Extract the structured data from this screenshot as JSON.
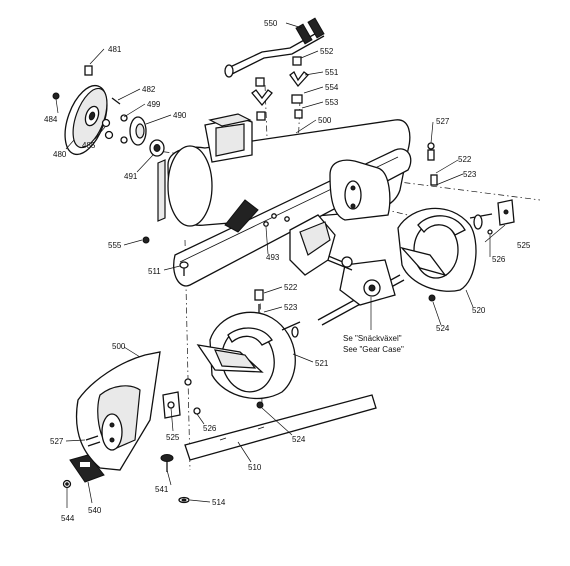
{
  "labels": {
    "l550": "550",
    "l481": "481",
    "l552": "552",
    "l551": "551",
    "l554": "554",
    "l553": "553",
    "l482": "482",
    "l499": "499",
    "l490": "490",
    "l484": "484",
    "l485": "485",
    "l480": "480",
    "l491": "491",
    "l500a": "500",
    "l527a": "527",
    "l522a": "522",
    "l523a": "523",
    "l525a": "525",
    "l526a": "526",
    "l520": "520",
    "l524a": "524",
    "l555": "555",
    "l493": "493",
    "l511": "511",
    "l522b": "522",
    "l523b": "523",
    "l500b": "500",
    "l521": "521",
    "l527b": "527",
    "l525b": "525",
    "l526b": "526",
    "l524b": "524",
    "l510": "510",
    "l541": "541",
    "l514": "514",
    "l544": "544",
    "l540": "540"
  },
  "gear_case_note": {
    "line1": "Se \"Snäckväxel\"",
    "line2": "See \"Gear Case\""
  }
}
